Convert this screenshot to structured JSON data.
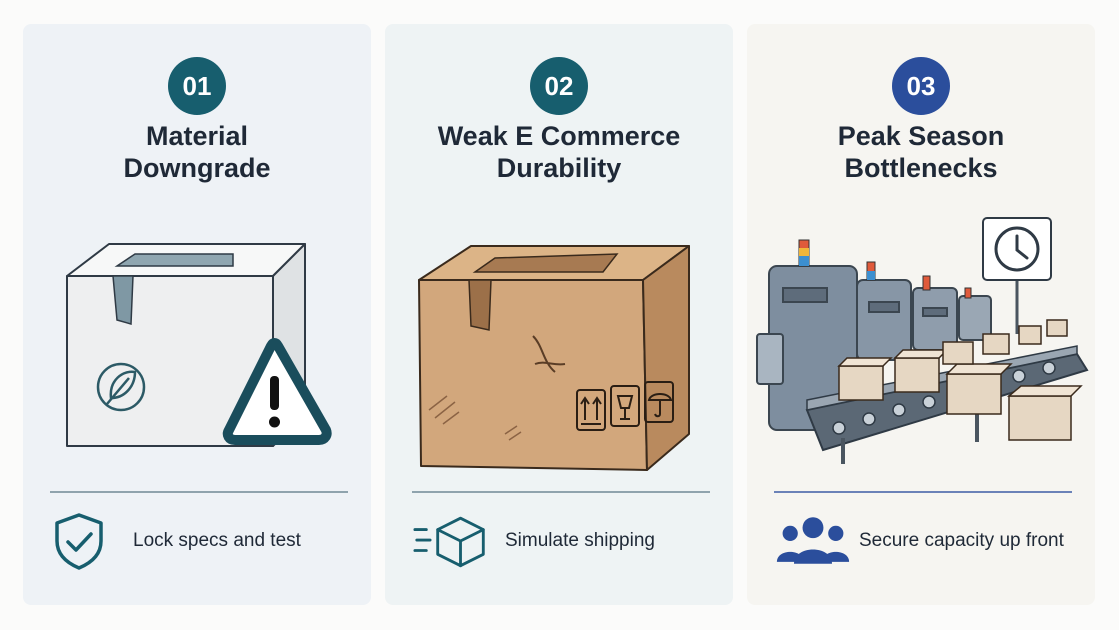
{
  "cards": [
    {
      "number": "01",
      "title_lines": [
        "Material",
        "Downgrade"
      ],
      "solution": "Lock specs and test",
      "badge_color": "#175e6e",
      "icon": "shield-check-icon",
      "illustration": "white-box-with-warning"
    },
    {
      "number": "02",
      "title_lines": [
        "Weak E Commerce",
        "Durability"
      ],
      "solution": "Simulate shipping",
      "badge_color": "#175e6e",
      "icon": "moving-box-icon",
      "illustration": "damaged-cardboard-box"
    },
    {
      "number": "03",
      "title_lines": [
        "Peak Season",
        "Bottlenecks"
      ],
      "solution": "Secure capacity up front",
      "badge_color": "#2b4e9c",
      "icon": "team-icon",
      "illustration": "conveyor-production-line"
    }
  ],
  "colors": {
    "teal": "#175e6e",
    "blue": "#2b4e9c",
    "cardboard": "#d2a77c"
  }
}
